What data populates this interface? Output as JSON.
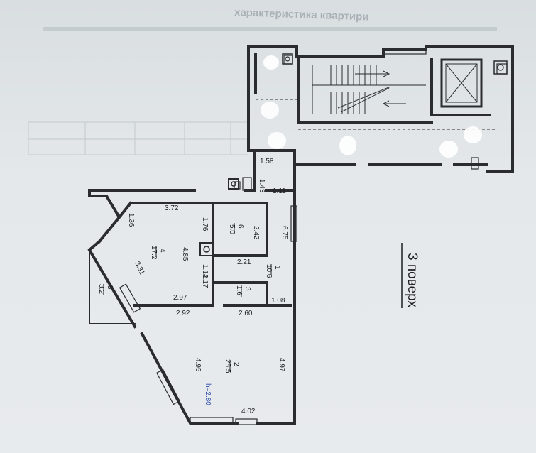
{
  "header": {
    "faded_title": "характеристика  квартири"
  },
  "floor_label": "3 поверх",
  "ceiling_height": "h=2.80",
  "rooms": [
    {
      "number": "1",
      "area": "10.6"
    },
    {
      "number": "2",
      "area": "25.5"
    },
    {
      "number": "3",
      "area": "1.6"
    },
    {
      "number": "4",
      "area": "17.2"
    },
    {
      "number": "5",
      "area": "3.2"
    },
    {
      "number": "6",
      "area": "5.0"
    }
  ],
  "dimensions": {
    "d_1_58": "1.58",
    "d_1_43": "1.43",
    "d_1_11": "1.11",
    "d_3_72": "3.72",
    "d_1_36": "1.36",
    "d_1_76": "1.76",
    "d_2_42": "2.42",
    "d_6_75": "6.75",
    "d_4_85": "4.85",
    "d_2_21": "2.21",
    "d_1_14": "1.14",
    "d_2_17": "2.17",
    "d_3_31": "3.31",
    "d_2_97": "2.97",
    "d_1_08": "1.08",
    "d_2_92": "2.92",
    "d_2_60": "2.60",
    "d_4_95": "4.95",
    "d_4_97": "4.97",
    "d_4_02": "4.02"
  },
  "colors": {
    "wall": "#2a2c2f",
    "paper": "#e6e9eb",
    "annotation_blue": "#2b4aa8"
  }
}
